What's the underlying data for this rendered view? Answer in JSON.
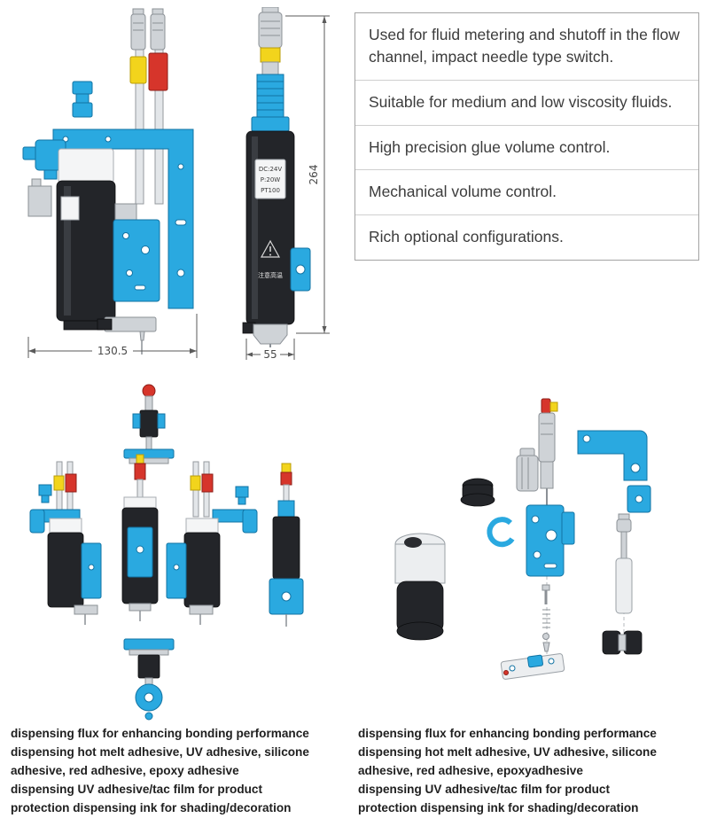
{
  "features": {
    "items": [
      "Used for fluid metering and shutoff in the flow channel, impact needle type switch.",
      "Suitable for medium and low viscosity fluids.",
      "High precision glue volume control.",
      "Mechanical volume control.",
      "Rich optional configurations."
    ]
  },
  "technical_drawing": {
    "front_view": {
      "width_dim": "130.5"
    },
    "side_view": {
      "width_dim": "55",
      "height_dim": "264",
      "label_lines": [
        "DC:24V",
        "P:20W",
        "PT100"
      ],
      "warning_text": "注意高温"
    }
  },
  "captions": {
    "left_lines": [
      "dispensing flux for enhancing bonding performance",
      "dispensing hot melt adhesive, UV adhesive, silicone",
      "adhesive, red adhesive, epoxy adhesive",
      "dispensing UV adhesive/tac film for product",
      "protection dispensing ink for shading/decoration"
    ],
    "right_lines": [
      "dispensing flux for enhancing bonding performance",
      "dispensing hot melt adhesive, UV adhesive, silicone",
      "adhesive, red adhesive, epoxyadhesive",
      "dispensing UV adhesive/tac film for product",
      "protection dispensing ink for shading/decoration"
    ]
  },
  "colors": {
    "accent_blue": "#2aa9e0",
    "part_black": "#232529",
    "part_red": "#d6352b",
    "part_yellow": "#f2d41c",
    "box_border": "#a3a3a3",
    "divider": "#cfcfcf",
    "feature_text": "#3c3c3c",
    "caption_text": "#1f1f1f"
  }
}
